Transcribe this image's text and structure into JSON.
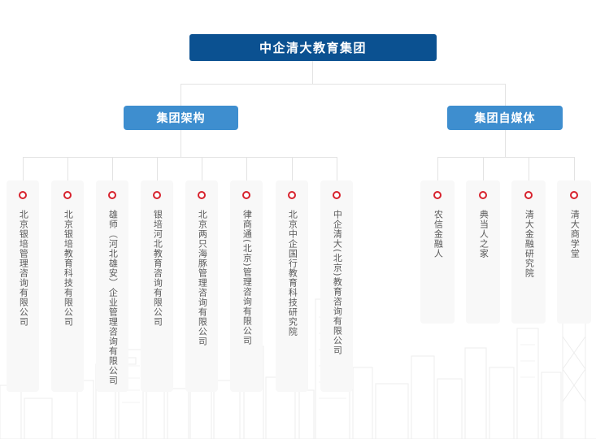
{
  "org": {
    "root_label": "中企清大教育集团",
    "branches": [
      {
        "label": "集团架构",
        "children": [
          {
            "label": "北京银培管理咨询有限公司"
          },
          {
            "label": "北京银培教育科技有限公司"
          },
          {
            "label": "雄师（河北雄安）企业管理咨询有限公司"
          },
          {
            "label": "银培河北教育咨询有限公司"
          },
          {
            "label": "北京两只海豚管理咨询有限公司"
          },
          {
            "label": "律商通(北京)管理咨询有限公司"
          },
          {
            "label": "北京中企国行教育科技研究院"
          },
          {
            "label": "中企清大(北京)教育咨询有限公司"
          }
        ]
      },
      {
        "label": "集团自媒体",
        "children": [
          {
            "label": "农信金融人"
          },
          {
            "label": "典当人之家"
          },
          {
            "label": "清大金融研究院"
          },
          {
            "label": "清大商学堂"
          }
        ]
      }
    ],
    "colors": {
      "root_bg": "#0b5191",
      "branch_bg": "#3e8ecf",
      "node_bg": "#f8f8f8",
      "bullet_ring": "#d7222d",
      "connector": "#e3e3e3",
      "node_text": "#595959"
    }
  }
}
